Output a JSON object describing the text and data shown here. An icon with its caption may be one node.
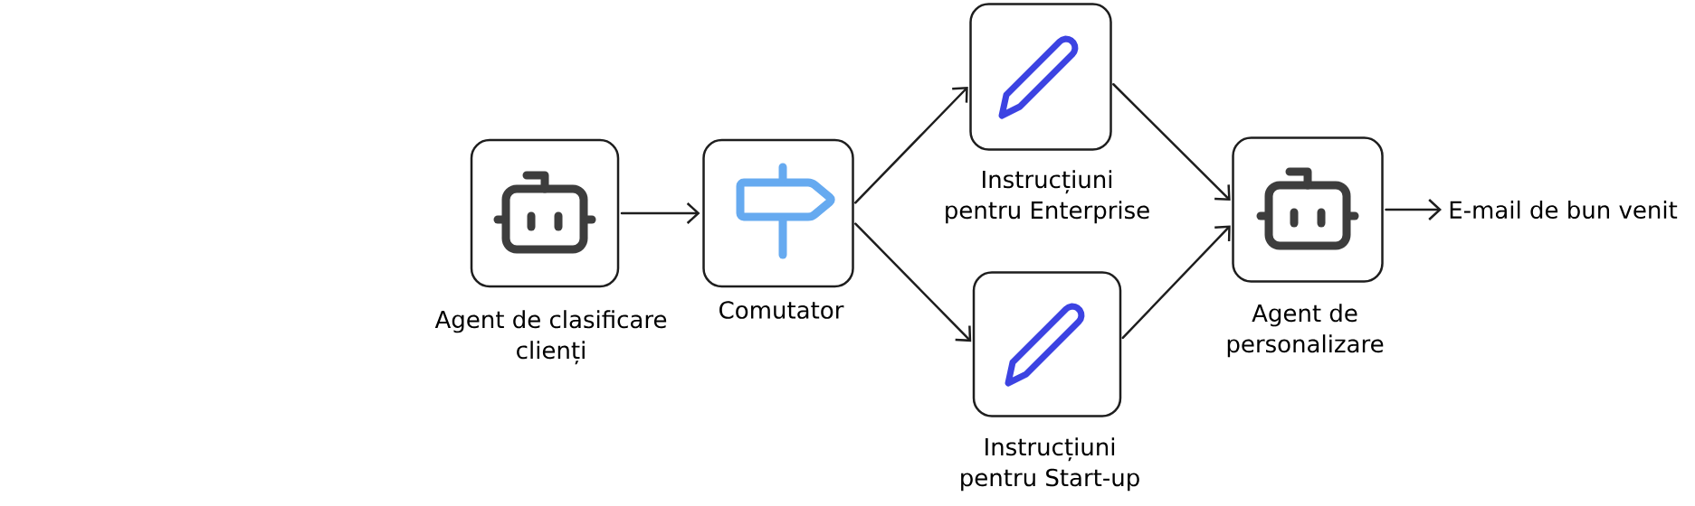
{
  "diagram": {
    "nodes": [
      {
        "text": [
          "Agent de clasificare clienți"
        ]
      },
      {
        "text": [
          "Comutator"
        ]
      },
      {
        "text": [
          "Instrucțiuni pentru Enterprise"
        ]
      },
      {
        "text": [
          "Instrucțiuni pentru Start-up"
        ]
      },
      {
        "text": [
          "Agent de personalizare"
        ]
      },
      {
        "text": [
          "E-mail de bun venit"
        ]
      }
    ],
    "edges": [
      {
        "from": 0,
        "to": 1,
        "arrow": "to"
      },
      {
        "from": 1,
        "to": 2,
        "arrow": "to"
      },
      {
        "from": 1,
        "to": 3,
        "arrow": "to"
      },
      {
        "from": 2,
        "to": 4,
        "arrow": "to"
      },
      {
        "from": 3,
        "to": 4,
        "arrow": "to"
      },
      {
        "from": 4,
        "to": 5,
        "arrow": "to"
      }
    ]
  }
}
